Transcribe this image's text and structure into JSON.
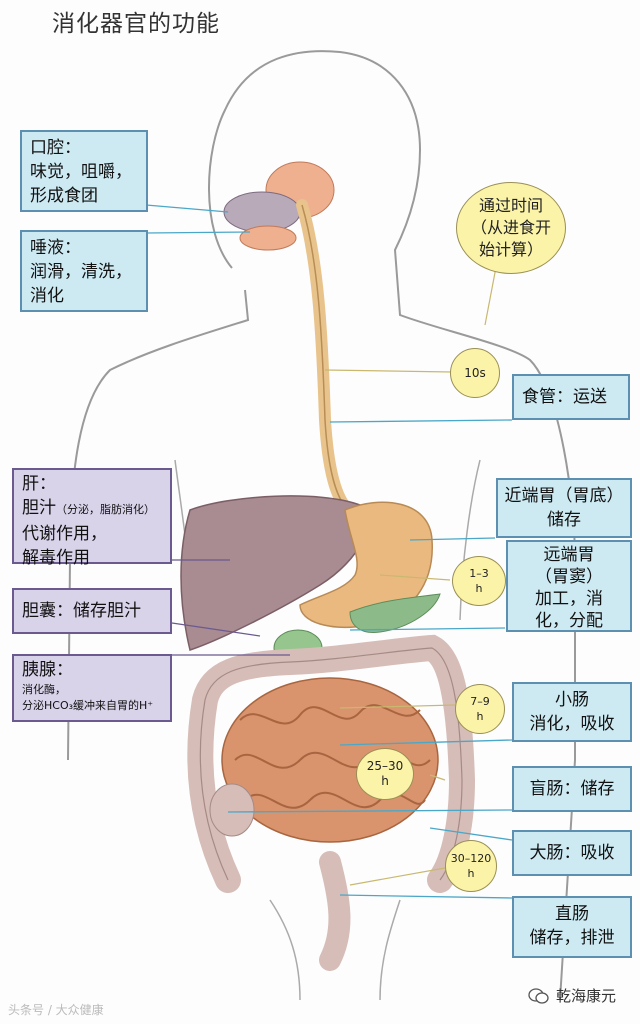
{
  "title": "消化器官的功能",
  "labels": {
    "mouth": [
      "口腔：",
      "味觉，咀嚼，",
      "形成食团"
    ],
    "saliva": [
      "唾液：",
      "润滑，清洗，",
      "消化"
    ],
    "liver": [
      "肝：",
      "胆汁",
      "（分泌，脂肪消化）",
      "代谢作用，",
      "解毒作用"
    ],
    "gallbladder": "胆囊：储存胆汁",
    "pancreas": [
      "胰腺：",
      "消化酶，",
      "分泌HCO₃缓冲来自胃的H⁺"
    ],
    "esophagus": "食管：运送",
    "proximal_stomach": [
      "近端胃（胃底）",
      "储存"
    ],
    "distal_stomach": [
      "远端胃",
      "（胃窦）",
      "加工，消",
      "化，分配"
    ],
    "small_intestine": [
      "小肠",
      "消化，吸收"
    ],
    "cecum": "盲肠：储存",
    "large_intestine": "大肠：吸收",
    "rectum": [
      "直肠",
      "储存，排泄"
    ]
  },
  "transit": {
    "heading": [
      "通过时间",
      "（从进食开",
      "始计算）"
    ],
    "esophagus": [
      "10s"
    ],
    "stomach": [
      "1–3",
      "h"
    ],
    "small_intestine": [
      "7–9",
      "h"
    ],
    "cecum": [
      "25–30",
      "h"
    ],
    "large_intestine": [
      "30–120",
      "h"
    ]
  },
  "footer": {
    "left": "头条号 / 大众健康",
    "right": "乾海康元"
  },
  "colors": {
    "label_box": "#cdeaf3",
    "label_box_purple": "#d9d3ea",
    "bubble": "#fbf3a8",
    "leader_line": "#4aa7c8"
  }
}
